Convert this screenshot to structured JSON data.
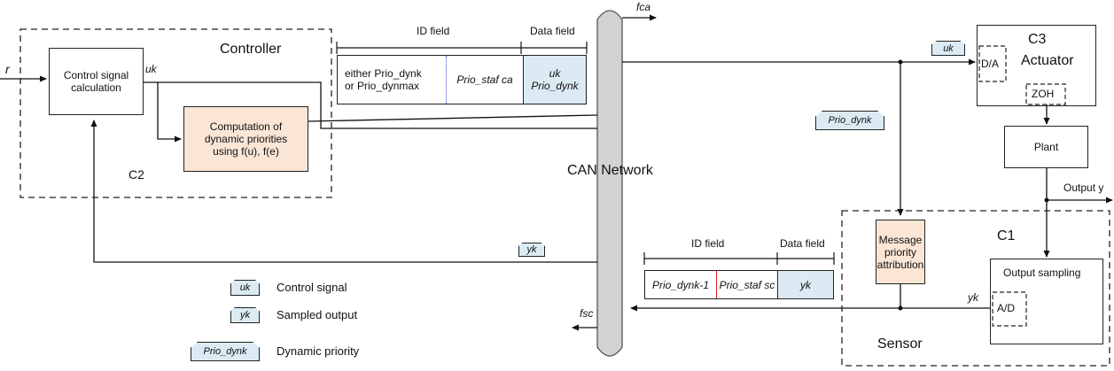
{
  "controller": {
    "title": "Controller",
    "block_id": "C2",
    "control_calc_line1": "Control signal",
    "control_calc_line2": "calculation",
    "prio_comp_line1": "Computation of",
    "prio_comp_line2": "dynamic priorities",
    "prio_comp_line3": "using f(u), f(e)",
    "input_signal": "r",
    "output_signal": "uk"
  },
  "controller_frame": {
    "id_field": "ID field",
    "data_field": "Data field",
    "either": "either Prio_dynk",
    "or": "or Prio_dynmax",
    "static": "Prio_staf ca",
    "data_u": "uk",
    "data_prio": "Prio_dynk"
  },
  "network": {
    "label": "CAN Network",
    "flow_top": "fca",
    "flow_bottom": "fsc"
  },
  "actuator": {
    "block_id": "C3",
    "label": "Actuator",
    "da": "D/A",
    "zoh": "ZOH",
    "input_tag": "uk"
  },
  "plant": {
    "label": "Plant",
    "output_label": "Output y"
  },
  "mid_tag": "Prio_dynk",
  "sensor": {
    "block_id": "C1",
    "label": "Sensor",
    "msg_line1": "Message",
    "msg_line2": "priority",
    "msg_line3": "attribution",
    "sampling": "Output sampling",
    "ad": "A/D",
    "yk_signal": "yk"
  },
  "sensor_frame": {
    "id_field": "ID field",
    "data_field": "Data field",
    "dyn": "Prio_dynk-1",
    "static": "Prio_staf sc",
    "data_y": "yk"
  },
  "feedback_tag": "yk",
  "legend": {
    "u_tag": "uk",
    "u_text": "Control signal",
    "y_tag": "yk",
    "y_text": "Sampled output",
    "p_tag": "Prio_dynk",
    "p_text": "Dynamic priority"
  }
}
